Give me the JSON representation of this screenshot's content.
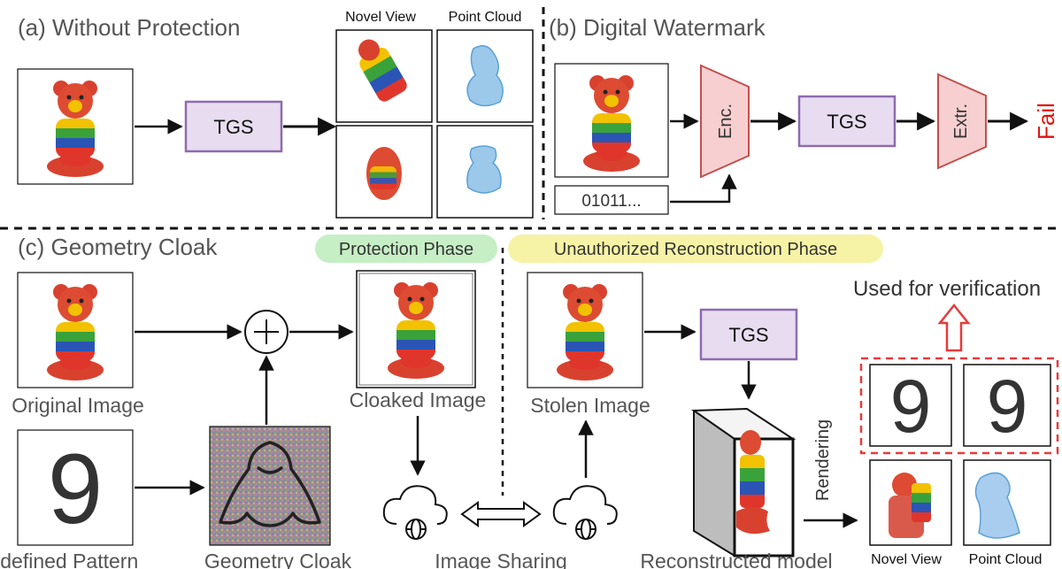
{
  "sections": {
    "a_title": "(a) Without Protection",
    "b_title": "(b) Digital Watermark",
    "c_title": "(c) Geometry Cloak"
  },
  "panel_a": {
    "model": "TGS",
    "novel_view_label": "Novel View",
    "point_cloud_label": "Point Cloud"
  },
  "panel_b": {
    "bits": "01011...",
    "encoder": "Enc.",
    "model": "TGS",
    "extractor": "Extr.",
    "result": "Fail"
  },
  "panel_c": {
    "protection_phase": "Protection Phase",
    "reconstruction_phase": "Unauthorized Reconstruction Phase",
    "original_image": "Original Image",
    "predefined_pattern": "e-defined Pattern",
    "pattern_digit": "9",
    "geometry_cloak": "Geometry Cloak",
    "cloaked_image": "Cloaked Image",
    "image_sharing": "Image Sharing",
    "stolen_image": "Stolen Image",
    "model": "TGS",
    "reconstructed_model": "Reconstructed model",
    "rendering": "Rendering",
    "used_for_verification": "Used for verification",
    "novel_view": "Novel View",
    "point_cloud": "Point Cloud"
  },
  "colors": {
    "tgs_fill": "#e8ddf0",
    "tgs_stroke": "#8e6bb0",
    "enc_fill": "#f7cfd0",
    "enc_stroke": "#c0504d",
    "fail": "#e01010",
    "protection_highlight": "#c6efc6",
    "reconstruction_highlight": "#f6f3a6",
    "verification_dash": "#e83a3a",
    "pattern_blue": "#2b7cc4"
  }
}
